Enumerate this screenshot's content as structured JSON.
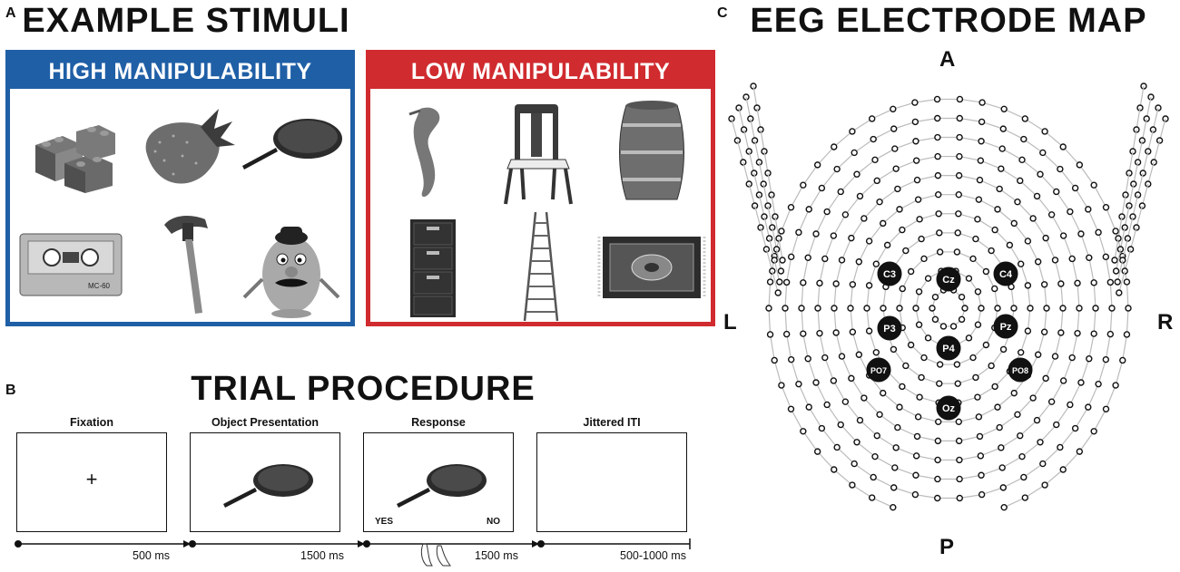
{
  "panel_a": {
    "letter": "A",
    "title": "EXAMPLE STIMULI",
    "high": {
      "title": "HIGH MANIPULABILITY",
      "items": [
        "lego-bricks-icon",
        "strawberry-icon",
        "frying-pan-icon",
        "cassette-tape-icon",
        "hammer-icon",
        "potato-head-toy-icon"
      ],
      "cassette_label": "MC-60",
      "color": "#1f5fa6"
    },
    "low": {
      "title": "LOW MANIPULABILITY",
      "items": [
        "seahorse-icon",
        "chair-icon",
        "barrel-icon",
        "filing-cabinet-icon",
        "ladder-icon",
        "rug-icon"
      ],
      "color": "#d02b2f"
    }
  },
  "panel_b": {
    "letter": "B",
    "title": "TRIAL PROCEDURE",
    "screens": [
      {
        "label": "Fixation",
        "content": "+",
        "duration": "500 ms"
      },
      {
        "label": "Object Presentation",
        "content": "frying-pan-icon",
        "duration": "1500 ms"
      },
      {
        "label": "Response",
        "content": "frying-pan-icon",
        "duration": "1500 ms",
        "left_option": "YES",
        "right_option": "NO"
      },
      {
        "label": "Jittered ITI",
        "content": "",
        "duration": "500-1000 ms"
      }
    ],
    "response_icon": "feet-icon"
  },
  "panel_c": {
    "letter": "C",
    "title": "EEG ELECTRODE MAP",
    "directions": {
      "anterior": "A",
      "posterior": "P",
      "left": "L",
      "right": "R"
    },
    "labeled_electrodes": [
      "C3",
      "Cz",
      "C4",
      "P3",
      "Pz",
      "P4",
      "PO7",
      "PO8",
      "Oz"
    ]
  }
}
